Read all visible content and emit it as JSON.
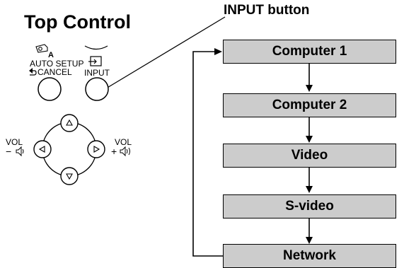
{
  "title": "Top Control",
  "callout_label": "INPUT button",
  "buttons": {
    "auto_setup_line1": "AUTO SETUP",
    "auto_setup_line2": "CANCEL",
    "auto_setup_icon_letter": "A",
    "input_label": "INPUT",
    "vol_left_label": "VOL",
    "vol_left_sign": "−",
    "vol_right_label": "VOL",
    "vol_right_sign": "+"
  },
  "flow": {
    "items": [
      "Computer 1",
      "Computer 2",
      "Video",
      "S-video",
      "Network"
    ]
  },
  "colors": {
    "box_fill": "#cccccc",
    "stroke": "#000000"
  },
  "icons": [
    "auto-setup-icon",
    "cancel-return-icon",
    "input-icon",
    "speaker-low-icon",
    "speaker-high-icon",
    "triangle-up-icon",
    "triangle-down-icon",
    "triangle-left-icon",
    "triangle-right-icon"
  ]
}
